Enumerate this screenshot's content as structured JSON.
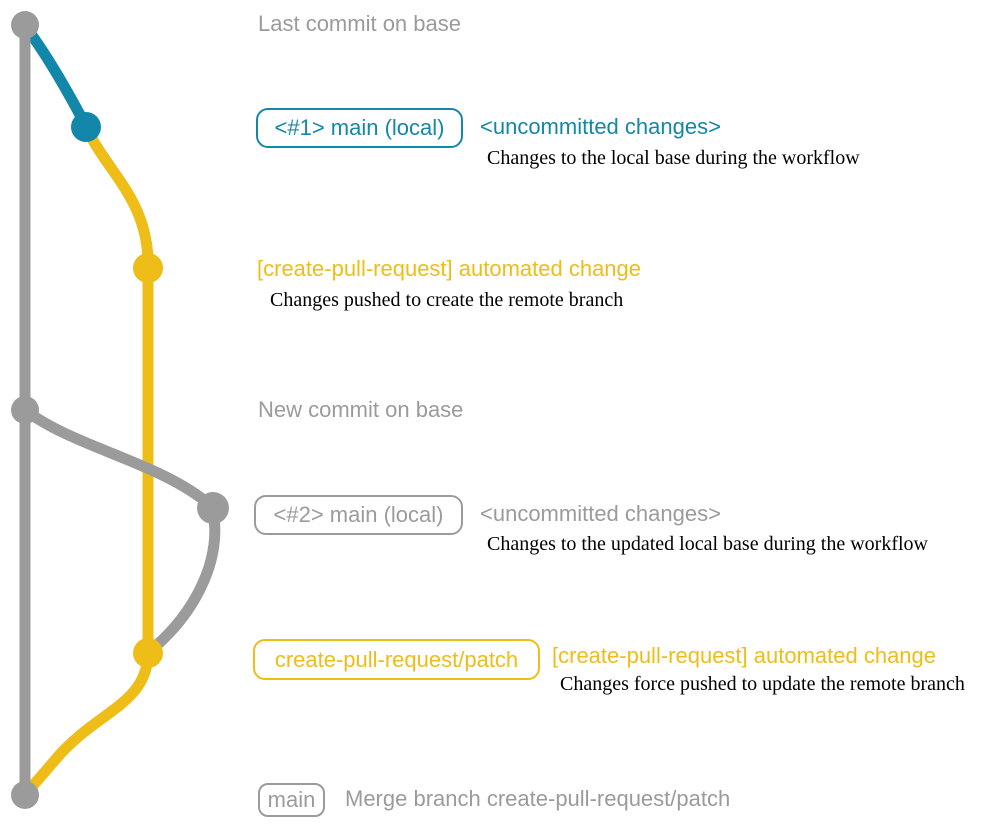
{
  "colors": {
    "gray": "#9b9b9b",
    "teal": "#1387a9",
    "yellow": "#eebd17",
    "caption": "#000000"
  },
  "graph": {
    "nodes": [
      {
        "id": "base-last-commit",
        "color": "gray"
      },
      {
        "id": "local-main-1-commit",
        "color": "teal"
      },
      {
        "id": "patch-commit-1",
        "color": "yellow"
      },
      {
        "id": "base-new-commit",
        "color": "gray"
      },
      {
        "id": "local-main-2-commit",
        "color": "gray"
      },
      {
        "id": "patch-commit-2",
        "color": "yellow"
      },
      {
        "id": "merge-commit",
        "color": "gray"
      }
    ]
  },
  "annotations": {
    "last_commit": "Last commit on base",
    "new_commit": "New commit on base"
  },
  "row1": {
    "branch_label": "<#1> main (local)",
    "status": "<uncommitted changes>",
    "caption": "Changes to the local base during the workflow"
  },
  "row2": {
    "title": "[create-pull-request] automated change",
    "caption": "Changes pushed to create the remote branch"
  },
  "row3": {
    "branch_label": "<#2> main (local)",
    "status": "<uncommitted changes>",
    "caption": "Changes to the updated local base during the workflow"
  },
  "row4": {
    "branch_label": "create-pull-request/patch",
    "title": "[create-pull-request] automated change",
    "caption": "Changes force pushed to update the remote branch"
  },
  "row5": {
    "branch_label": "main",
    "message": "Merge branch create-pull-request/patch"
  }
}
